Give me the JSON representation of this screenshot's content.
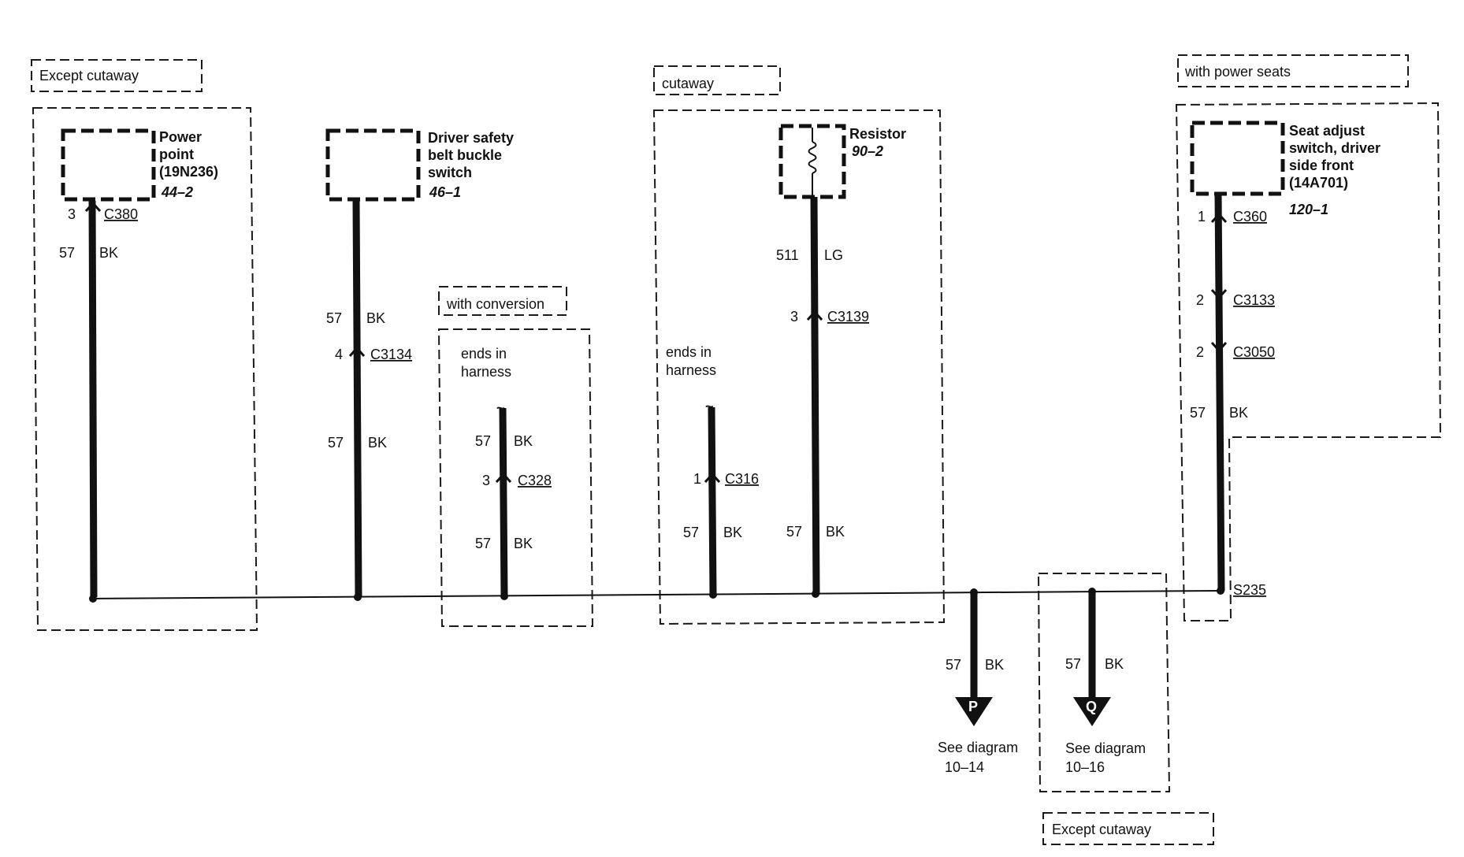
{
  "tags": {
    "except_cutaway_top": "Except cutaway",
    "cutaway": "cutaway",
    "with_power_seats": "with power seats",
    "with_conversion": "with conversion",
    "except_cutaway_bottom": "Except cutaway"
  },
  "components": {
    "power_point": {
      "name": [
        "Power",
        "point",
        "(19N236)"
      ],
      "ref": "44–2"
    },
    "belt_switch": {
      "name": [
        "Driver safety",
        "belt buckle",
        "switch"
      ],
      "ref": "46–1"
    },
    "resistor": {
      "name": [
        "Resistor"
      ],
      "ref": "90–2"
    },
    "seat_switch": {
      "name": [
        "Seat adjust",
        "switch, driver",
        "side front",
        "(14A701)"
      ],
      "ref": "120–1"
    }
  },
  "notes": {
    "ends_in_harness": [
      "ends in",
      "harness"
    ]
  },
  "connectors": {
    "c380": {
      "pin": "3",
      "name": "C380"
    },
    "c3134": {
      "pin": "4",
      "name": "C3134"
    },
    "c328": {
      "pin": "3",
      "name": "C328"
    },
    "c316": {
      "pin": "1",
      "name": "C316"
    },
    "c3139": {
      "pin": "3",
      "name": "C3139"
    },
    "c360": {
      "pin": "1",
      "name": "C360"
    },
    "c3133": {
      "pin": "2",
      "name": "C3133"
    },
    "c3050": {
      "pin": "2",
      "name": "C3050"
    }
  },
  "wires": {
    "circuit_57": "57",
    "circuit_511": "511",
    "color_bk": "BK",
    "color_lg": "LG"
  },
  "splice": "S235",
  "offpage": {
    "p": {
      "letter": "P",
      "see": "See diagram",
      "ref": "10–14"
    },
    "q": {
      "letter": "Q",
      "see": "See diagram",
      "ref": "10–16"
    }
  }
}
